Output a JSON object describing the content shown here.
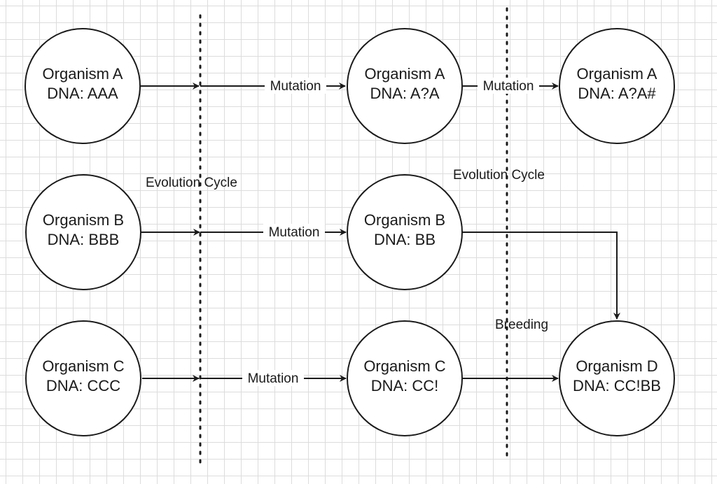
{
  "nodes": {
    "organism_a_1": {
      "name": "Organism A",
      "dna": "DNA: AAA"
    },
    "organism_b_1": {
      "name": "Organism B",
      "dna": "DNA: BBB"
    },
    "organism_c_1": {
      "name": "Organism C",
      "dna": "DNA: CCC"
    },
    "organism_a_2": {
      "name": "Organism A",
      "dna": "DNA: A?A"
    },
    "organism_b_2": {
      "name": "Organism B",
      "dna": "DNA: BB"
    },
    "organism_c_2": {
      "name": "Organism C",
      "dna": "DNA: CC!"
    },
    "organism_a_3": {
      "name": "Organism A",
      "dna": "DNA: A?A#"
    },
    "organism_d": {
      "name": "Organism D",
      "dna": "DNA: CC!BB"
    }
  },
  "edges": {
    "a1_a2": "Mutation",
    "b1_b2": "Mutation",
    "c1_c2": "Mutation",
    "a2_a3": "Mutation",
    "b2_d": "Breeding"
  },
  "dividers": {
    "left": "Evolution Cycle",
    "right": "Evolution Cycle"
  },
  "colors": {
    "stroke": "#1a1a1a",
    "grid": "#dcdcdc",
    "background": "#ffffff"
  }
}
